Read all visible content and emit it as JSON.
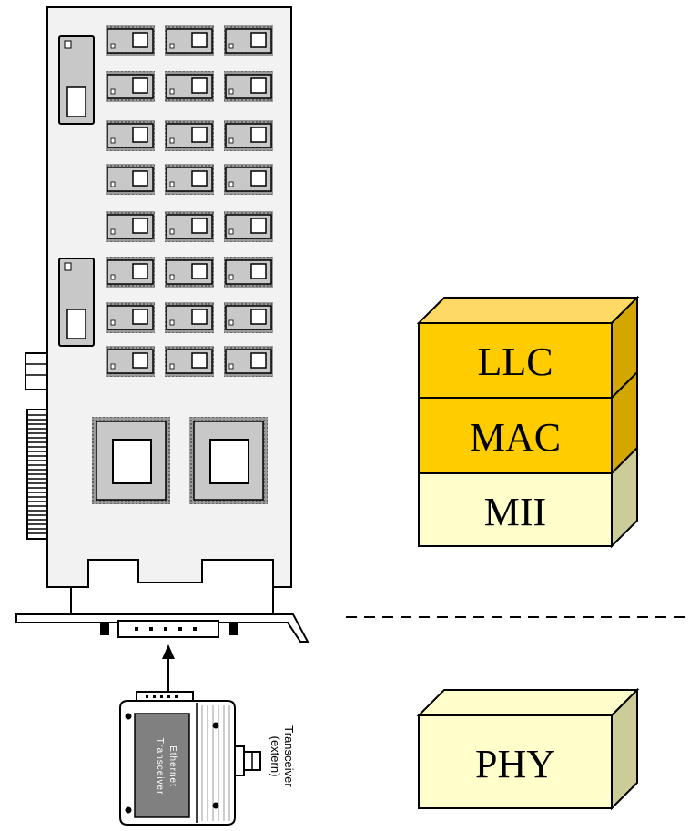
{
  "stack": {
    "layers": [
      {
        "label": "LLC",
        "color": "#FFCC00"
      },
      {
        "label": "MAC",
        "color": "#FFCC00"
      },
      {
        "label": "MII",
        "color": "#FFFFCC"
      }
    ],
    "phy": {
      "label": "PHY",
      "color": "#FFFFCC"
    }
  },
  "transceiver": {
    "body_label_line1": "Ethernet",
    "body_label_line2": "Transceiver",
    "side_label_line1": "Transceiver",
    "side_label_line2": "(extern)"
  },
  "colors": {
    "board": "#F2F2F2",
    "chip": "#C8C8C8",
    "chip_dark": "#9A9A9A",
    "llc_mac": "#FFCC00",
    "mii_phy": "#FFFFCC",
    "transceiver_panel": "#808080"
  }
}
